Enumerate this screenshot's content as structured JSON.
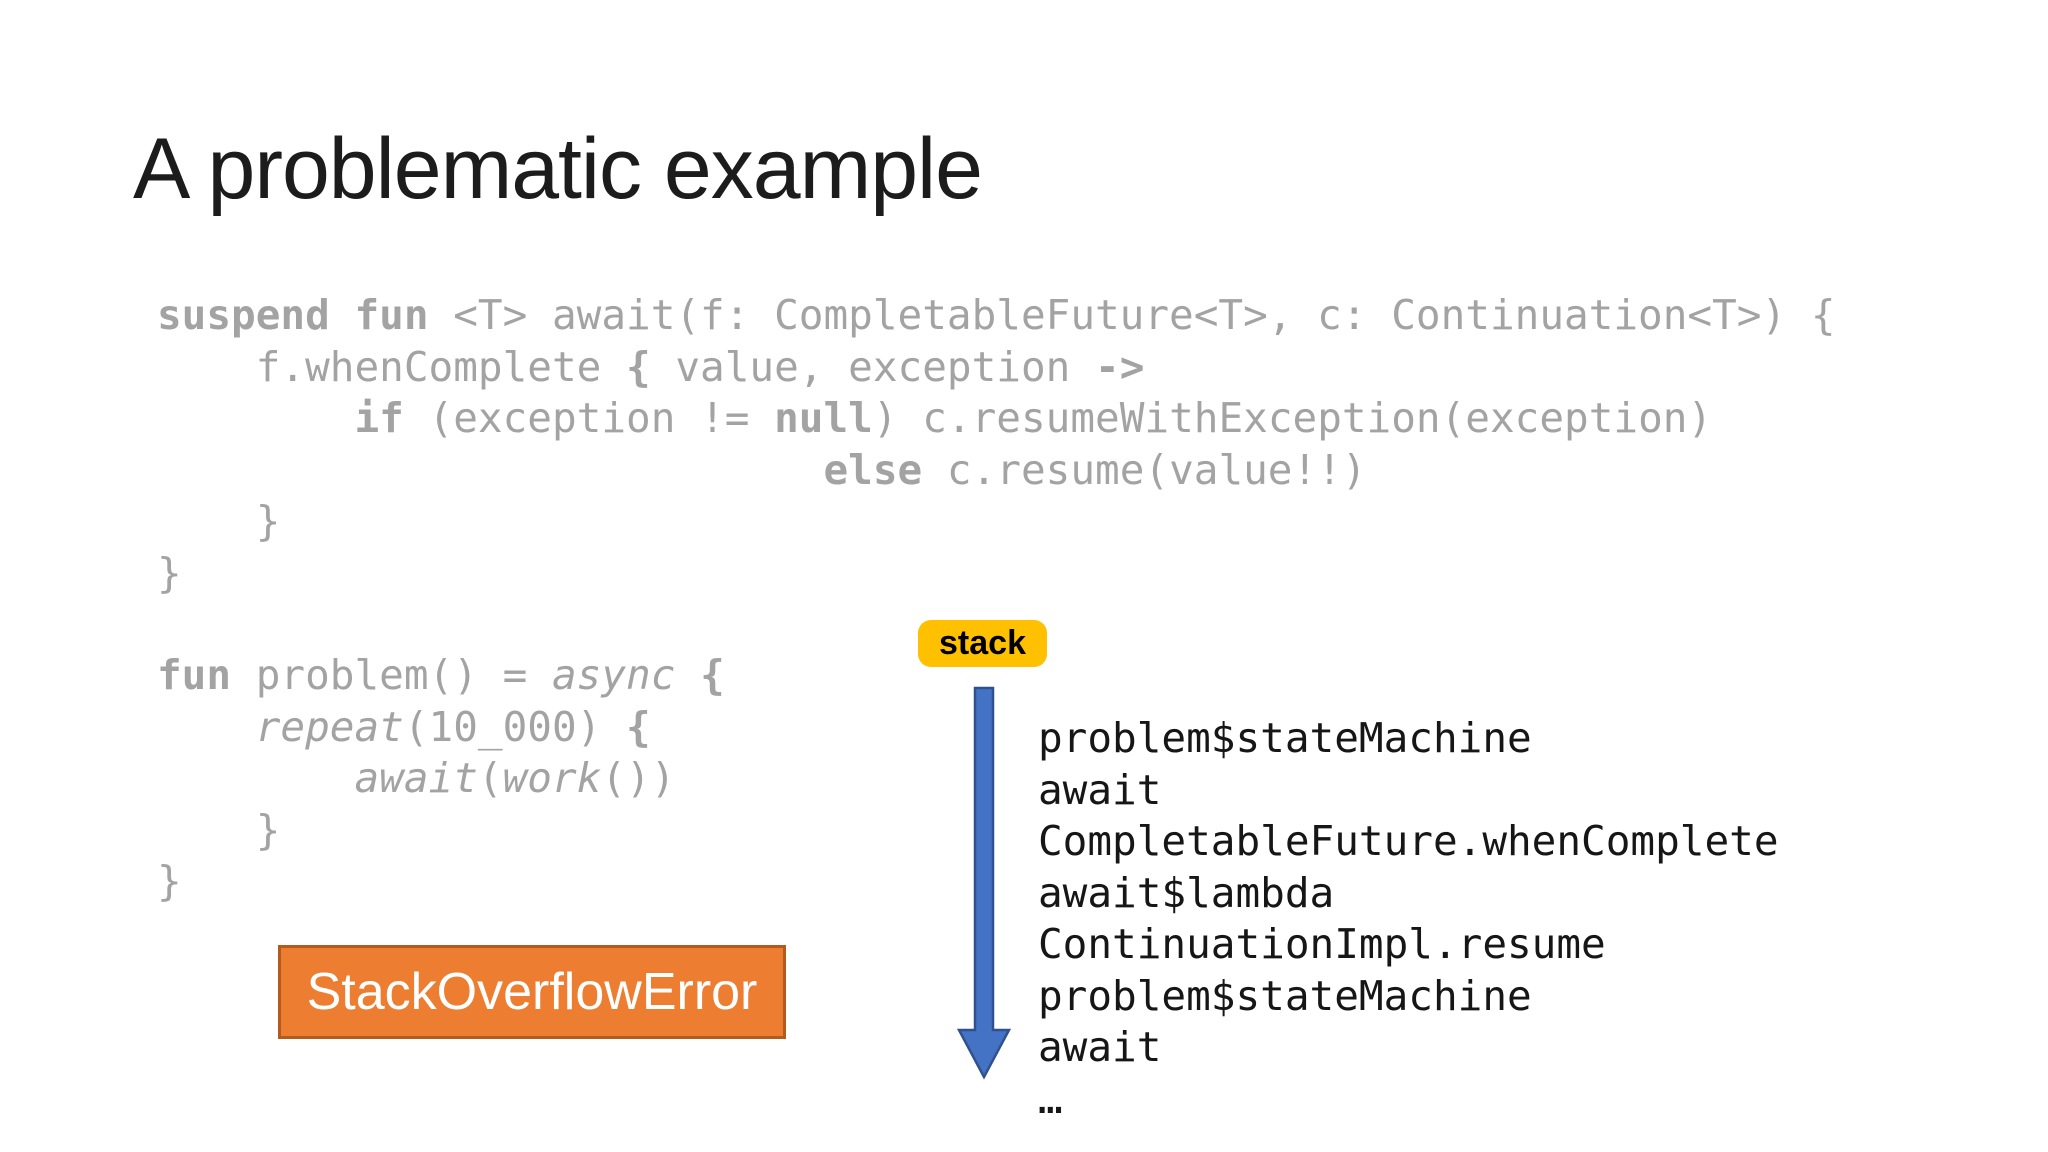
{
  "title": "A problematic example",
  "code": {
    "blocks": [
      {
        "name": "await-suspend-fn",
        "lines": [
          [
            [
              "b",
              "suspend fun"
            ],
            [
              "",
              " <T> await(f: CompletableFuture<T>, c: Continuation<T>) {"
            ]
          ],
          [
            [
              "",
              "    f.whenComplete "
            ],
            [
              "b",
              "{"
            ],
            [
              "",
              " value, exception "
            ],
            [
              "b",
              "->"
            ]
          ],
          [
            [
              "",
              "        "
            ],
            [
              "b",
              "if"
            ],
            [
              "",
              " (exception != "
            ],
            [
              "b",
              "null"
            ],
            [
              "",
              ") c.resumeWithException(exception)"
            ]
          ],
          [
            [
              "",
              "                           "
            ],
            [
              "b",
              "else"
            ],
            [
              "",
              " c.resume(value!!)"
            ]
          ],
          [
            [
              "",
              "    }"
            ]
          ],
          [
            [
              "",
              "}"
            ]
          ]
        ]
      },
      {
        "name": "problem-async-fn",
        "lines": [
          [
            [
              "b",
              "fun"
            ],
            [
              "",
              " problem() = "
            ],
            [
              "i",
              "async"
            ],
            [
              "",
              " "
            ],
            [
              "b",
              "{"
            ]
          ],
          [
            [
              "",
              "    "
            ],
            [
              "i",
              "repeat"
            ],
            [
              "",
              "(10_000) "
            ],
            [
              "b",
              "{"
            ]
          ],
          [
            [
              "",
              "        "
            ],
            [
              "i",
              "await"
            ],
            [
              "",
              "("
            ],
            [
              "i",
              "work"
            ],
            [
              "",
              "())"
            ]
          ],
          [
            [
              "",
              "    }"
            ]
          ],
          [
            [
              "",
              "}"
            ]
          ]
        ]
      }
    ]
  },
  "stack": {
    "label": "stack",
    "frames": [
      "problem$stateMachine",
      "await",
      "CompletableFuture.whenComplete",
      "await$lambda",
      "ContinuationImpl.resume",
      "problem$stateMachine",
      "await",
      "…"
    ]
  },
  "error_box": {
    "label": "StackOverflowError"
  },
  "colors": {
    "background": "#ffffff",
    "title_text": "#1c1c1c",
    "code_text": "#a3a3a3",
    "stack_text": "#161616",
    "badge_bg": "#ffc000",
    "badge_text": "#000000",
    "arrow_fill": "#4472c4",
    "arrow_stroke": "#2f528f",
    "box_bg": "#ed7d31",
    "box_border": "#b45a1d",
    "box_text": "#ffffff"
  }
}
